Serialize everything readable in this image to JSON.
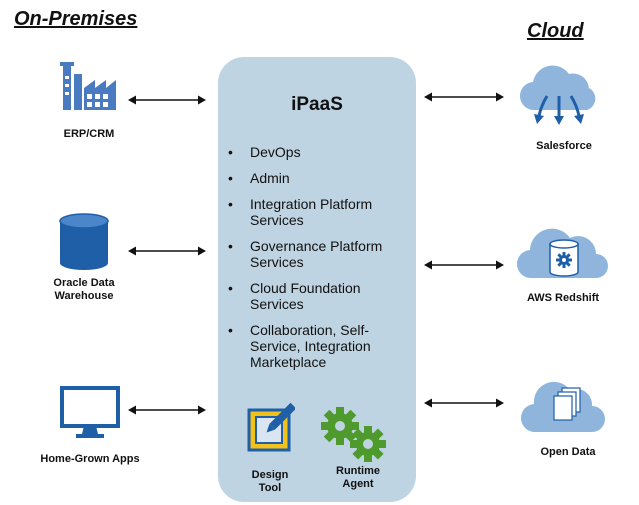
{
  "headings": {
    "on_premises": "On-Premises",
    "cloud": "Cloud"
  },
  "on_premises_nodes": [
    {
      "label": "ERP/CRM",
      "icon": "factory-icon"
    },
    {
      "label": "Oracle Data\nWarehouse",
      "icon": "database-cylinder-icon"
    },
    {
      "label": "Home-Grown Apps",
      "icon": "monitor-icon"
    }
  ],
  "cloud_nodes": [
    {
      "label": "Salesforce",
      "icon": "cloud-download-icon"
    },
    {
      "label": "AWS Redshift",
      "icon": "cloud-database-icon"
    },
    {
      "label": "Open Data",
      "icon": "cloud-documents-icon"
    }
  ],
  "ipaas": {
    "title": "iPaaS",
    "services": [
      "DevOps",
      "Admin",
      "Integration Platform Services",
      "Governance Platform Services",
      "Cloud Foundation Services",
      "Collaboration, Self-Service, Integration Marketplace"
    ],
    "tools": [
      {
        "label": "Design\nTool",
        "icon": "design-tool-icon"
      },
      {
        "label": "Runtime\nAgent",
        "icon": "gears-icon"
      }
    ]
  },
  "colors": {
    "icon_blue": "#4a7bc0",
    "dark_blue": "#1f5fa8",
    "cloud_blue": "#8fb5dd",
    "ipaas_bg": "#bfd4e2",
    "gear_green": "#4e9a2c",
    "tool_yellow": "#f2c21b"
  }
}
